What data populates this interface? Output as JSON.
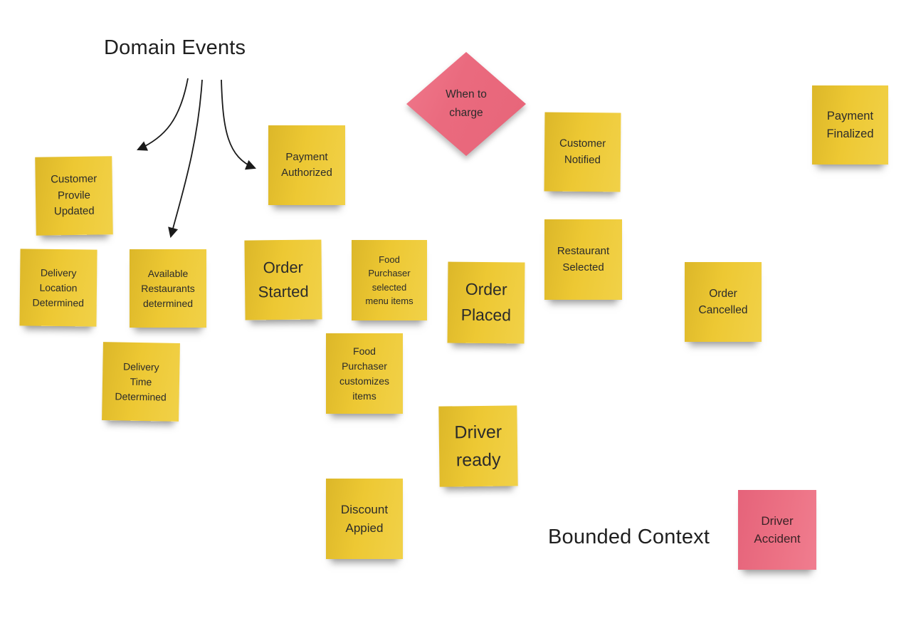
{
  "title": "Domain Events",
  "labels": {
    "bounded_context": "Bounded Context"
  },
  "diamond": {
    "text": "When to\ncharge",
    "color": "#ea6a7e"
  },
  "colors": {
    "sticky_yellow": "#edc833",
    "sticky_pink": "#ec7184",
    "ink": "#2b2b2b",
    "arrow": "#1a1a1a",
    "background": "#ffffff"
  },
  "notes": [
    {
      "id": "customer-profile-updated",
      "text": "Customer\nProvile\nUpdated",
      "color": "yellow"
    },
    {
      "id": "delivery-location-determined",
      "text": "Delivery\nLocation\nDetermined",
      "color": "yellow"
    },
    {
      "id": "available-restaurants-determined",
      "text": "Available\nRestaurants\ndetermined",
      "color": "yellow"
    },
    {
      "id": "delivery-time-determined",
      "text": "Delivery\nTime\nDetermined",
      "color": "yellow"
    },
    {
      "id": "payment-authorized",
      "text": "Payment\nAuthorized",
      "color": "yellow"
    },
    {
      "id": "order-started",
      "text": "Order\nStarted",
      "color": "yellow"
    },
    {
      "id": "food-purchaser-selected-menu-items",
      "text": "Food\nPurchaser\nselected\nmenu items",
      "color": "yellow"
    },
    {
      "id": "order-placed",
      "text": "Order\nPlaced",
      "color": "yellow"
    },
    {
      "id": "food-purchaser-customizes-items",
      "text": "Food\nPurchaser\ncustomizes\nitems",
      "color": "yellow"
    },
    {
      "id": "driver-ready",
      "text": "Driver\nready",
      "color": "yellow"
    },
    {
      "id": "discount-applied",
      "text": "Discount\nAppied",
      "color": "yellow"
    },
    {
      "id": "customer-notified",
      "text": "Customer\nNotified",
      "color": "yellow"
    },
    {
      "id": "restaurant-selected",
      "text": "Restaurant\nSelected",
      "color": "yellow"
    },
    {
      "id": "order-cancelled",
      "text": "Order\nCancelled",
      "color": "yellow"
    },
    {
      "id": "payment-finalized",
      "text": "Payment\nFinalized",
      "color": "yellow"
    },
    {
      "id": "driver-accident",
      "text": "Driver\nAccident",
      "color": "pink"
    }
  ]
}
